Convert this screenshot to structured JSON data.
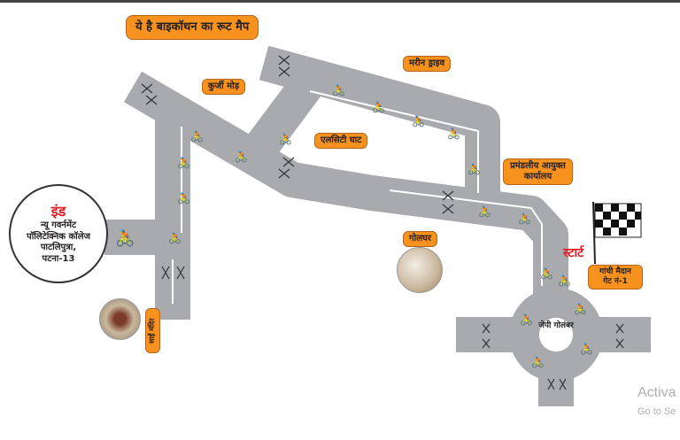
{
  "title": "ये है बाइकॉथन का रूट मैप",
  "labels": {
    "kurji": "कुर्जी मोड़",
    "marine": "मरीन ड्राइव",
    "lct": "एलसिटी घाट",
    "commissioner": "प्रमंडलीय आयुक्त कार्यालय",
    "golghar": "गोलघर",
    "gandhi": "गांधी मैदान गेट नं-1",
    "sai": "साईं मंदिर",
    "jp": "जेपी गोलंबर",
    "start": "स्टार्ट"
  },
  "end": {
    "heading": "इंड",
    "line1": "न्यू गवर्नमेंट",
    "line2": "पॉलिटेक्निक कॉलेज",
    "line3": "पाटलिपुत्रा,",
    "line4": "पटना-13"
  },
  "watermark": {
    "line1": "Activa",
    "line2": "Go to Se"
  },
  "colors": {
    "road": "#a8aaad",
    "tag": "#f7921e",
    "start": "#e31b23"
  }
}
